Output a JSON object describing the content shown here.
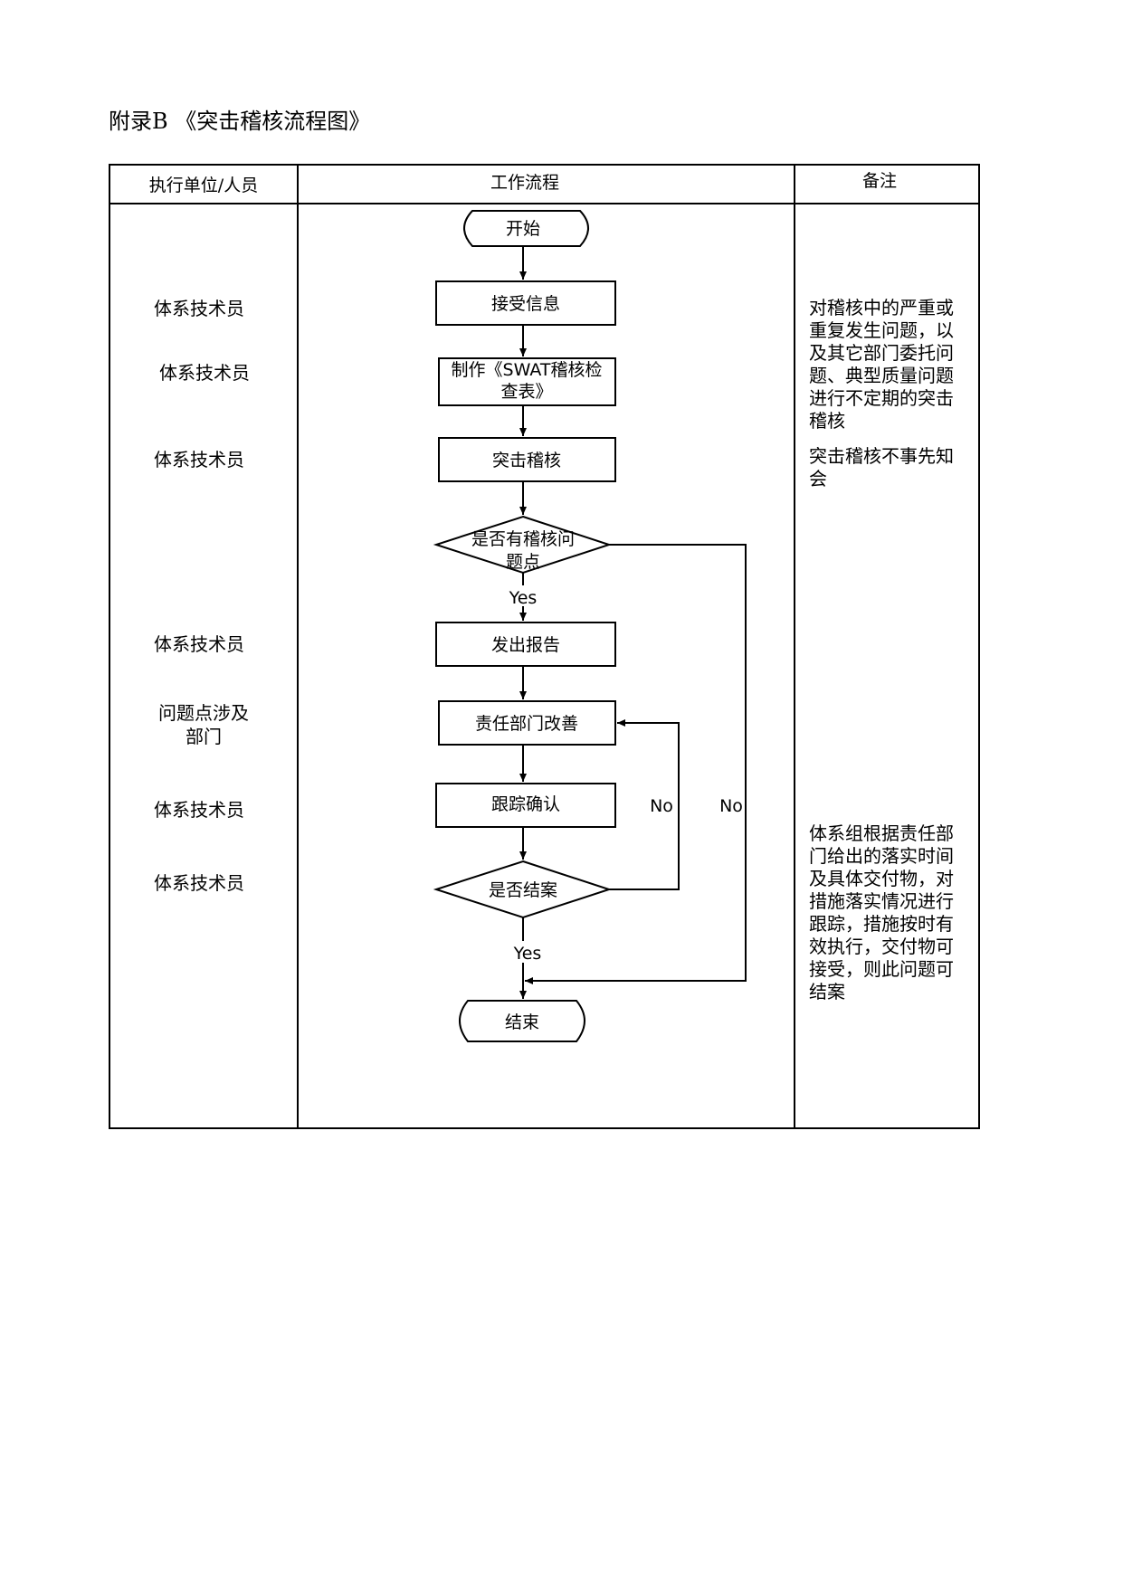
{
  "title": "附录B 《突击稽核流程图》",
  "header": {
    "col_unit": "执行单位/人员",
    "col_flow": "工作流程",
    "col_note": "备注"
  },
  "units": [
    "体系技术员",
    "体系技术员",
    "体系技术员",
    "体系技术员",
    "问题点涉及部门",
    "体系技术员",
    "体系技术员"
  ],
  "flow": {
    "start": "开始",
    "step1": "接受信息",
    "step2_line1": "制作《SWAT稽核检",
    "step2_line2": "查表》",
    "step3": "突击稽核",
    "decision1_line1": "是否有稽核问",
    "decision1_line2": "题点",
    "yes1": "Yes",
    "step4": "发出报告",
    "step5": "责任部门改善",
    "step6": "跟踪确认",
    "decision2": "是否结案",
    "no_inner": "No",
    "no_outer": "No",
    "yes2": "Yes",
    "end": "结束"
  },
  "notes": {
    "note1": "对稽核中的严重或重复发生问题，以及其它部门委托问题、典型质量问题进行不定期的突击稽核",
    "note2": "突击稽核不事先知会",
    "note3": "体系组根据责任部门给出的落实时间及具体交付物，对措施落实情况进行跟踪，措施按时有效执行，交付物可接受，则此问题可结案"
  }
}
